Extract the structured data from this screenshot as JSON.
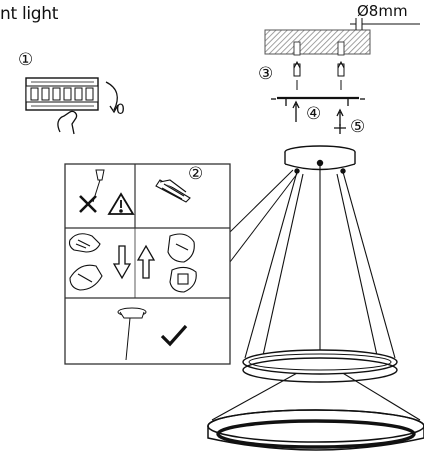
{
  "heading": {
    "text": "nt light"
  },
  "drilling": {
    "hole_diameter": "Ø8mm"
  },
  "breaker": {
    "off_value": "0"
  },
  "steps": [
    {
      "id": "step-1",
      "label": "①"
    },
    {
      "id": "step-2",
      "label": "②"
    },
    {
      "id": "step-3",
      "label": "③"
    },
    {
      "id": "step-4",
      "label": "④"
    },
    {
      "id": "step-5",
      "label": "⑤"
    }
  ],
  "icons": {
    "wrong": "cross-mark-icon",
    "warning": "warning-triangle-icon",
    "correct": "check-mark-icon",
    "down": "arrow-down-icon",
    "up": "arrow-up-icon"
  },
  "colors": {
    "ink": "#111111",
    "ceiling_hatch": "#9a9a9a",
    "frame": "#555555"
  }
}
